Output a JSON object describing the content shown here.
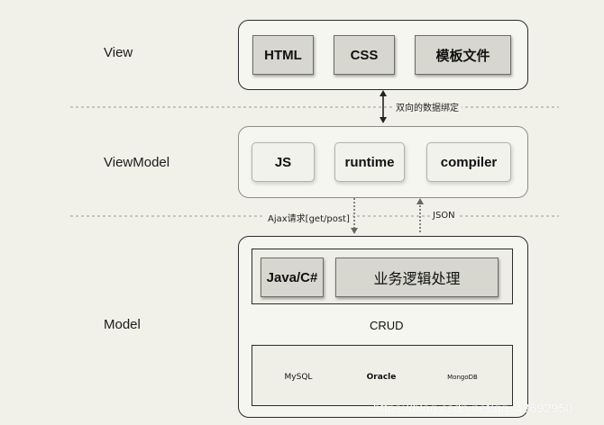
{
  "layers": {
    "view": {
      "label": "View",
      "items": [
        "HTML",
        "CSS",
        "模板文件"
      ]
    },
    "viewmodel": {
      "label": "ViewModel",
      "items": [
        "JS",
        "runtime",
        "compiler"
      ]
    },
    "model": {
      "label": "Model",
      "logic": {
        "lang": "Java/C#",
        "business": "业务逻辑处理"
      },
      "databases": [
        "MySQL",
        "Oracle",
        "MongoDB"
      ]
    }
  },
  "edges": {
    "binding": "双向的数据绑定",
    "request": "Ajax请求[get/post]",
    "response": "JSON",
    "crud": "CRUD"
  },
  "watermark": "https://blog.csdn.net/qq_43692950"
}
